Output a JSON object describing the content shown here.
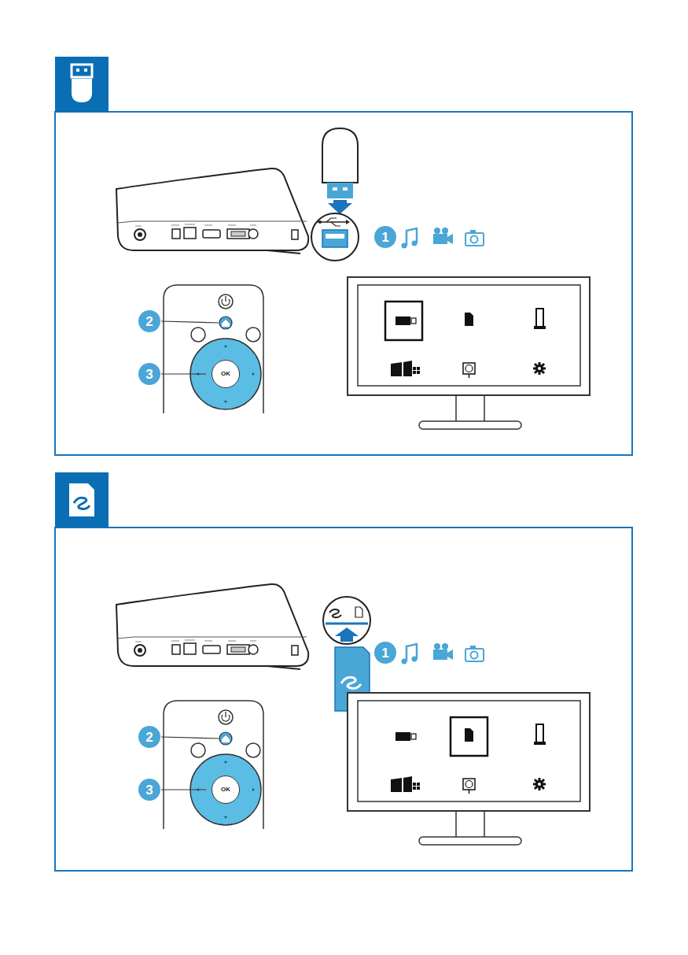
{
  "diagram": {
    "nodes": [
      {
        "text": [
          "1"
        ]
      },
      {
        "text": [
          "2"
        ]
      },
      {
        "text": [
          "OK"
        ]
      },
      {
        "text": [
          "3"
        ]
      },
      {
        "text": [
          "1"
        ]
      },
      {
        "text": [
          "2"
        ]
      },
      {
        "text": [
          "OK"
        ]
      },
      {
        "text": [
          "3"
        ]
      }
    ]
  }
}
